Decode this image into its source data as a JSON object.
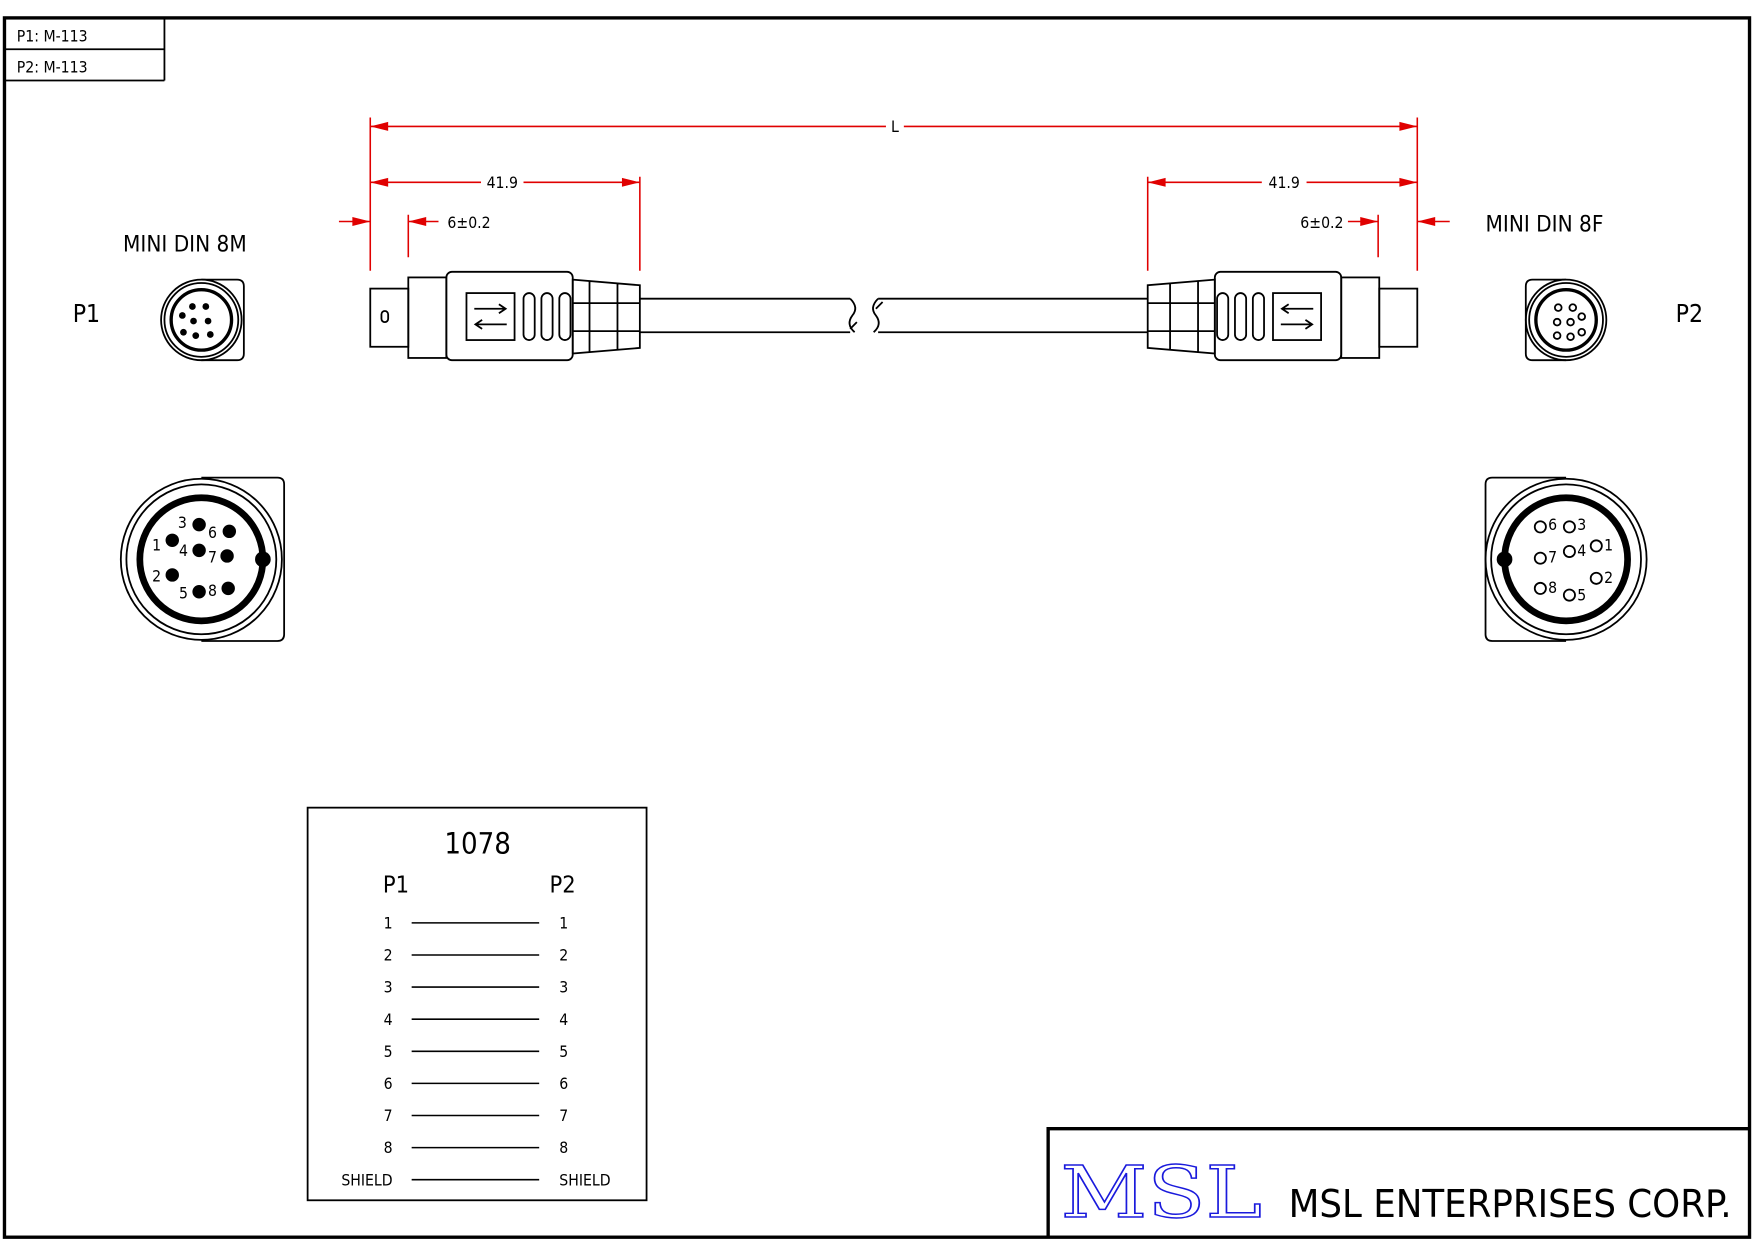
{
  "part_table": {
    "p1": "P1: M-113",
    "p2": "P2: M-113"
  },
  "dimensions": {
    "overall": "L",
    "left_length": "41.9",
    "right_length": "41.9",
    "left_tip": "6±0.2",
    "right_tip": "6±0.2"
  },
  "connectors": {
    "p1": {
      "label": "P1",
      "type": "MINI DIN 8M",
      "pins": [
        "1",
        "2",
        "3",
        "4",
        "5",
        "6",
        "7",
        "8"
      ]
    },
    "p2": {
      "label": "P2",
      "type": "MINI DIN 8F",
      "pins": [
        "1",
        "2",
        "3",
        "4",
        "5",
        "6",
        "7",
        "8"
      ]
    }
  },
  "wiring": {
    "title": "1078",
    "p1_header": "P1",
    "p2_header": "P2",
    "rows": [
      {
        "p1": "1",
        "p2": "1"
      },
      {
        "p1": "2",
        "p2": "2"
      },
      {
        "p1": "3",
        "p2": "3"
      },
      {
        "p1": "4",
        "p2": "4"
      },
      {
        "p1": "5",
        "p2": "5"
      },
      {
        "p1": "6",
        "p2": "6"
      },
      {
        "p1": "7",
        "p2": "7"
      },
      {
        "p1": "8",
        "p2": "8"
      },
      {
        "p1": "SHIELD",
        "p2": "SHIELD"
      }
    ]
  },
  "title_block": {
    "logo": "MSL",
    "company": "MSL ENTERPRISES CORP."
  },
  "colors": {
    "dimension": "#e00000",
    "logo": "#1a1adc"
  }
}
